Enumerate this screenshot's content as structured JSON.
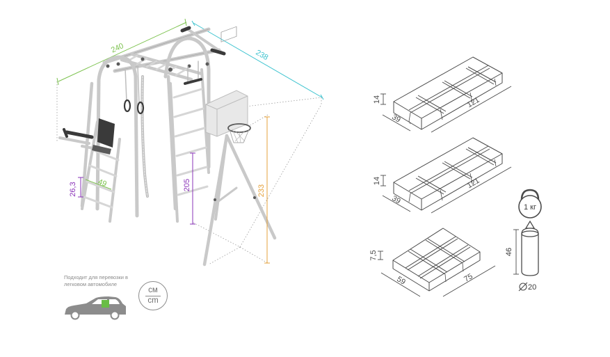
{
  "colors": {
    "frame": "#c9c9c9",
    "frame_dark": "#9a9a9a",
    "dark_part": "#3a3a3a",
    "green": "#7cc24e",
    "cyan": "#3cc3cf",
    "purple": "#8a33b8",
    "orange": "#e5a13b",
    "dimension_dark": "#4a4a4a",
    "accent_green": "#69bd45"
  },
  "icons": {
    "car": "car-icon",
    "kettlebell": "kettlebell-icon",
    "punching_bag": "punching-bag-icon",
    "diameter": "diameter-icon"
  },
  "dimensions": {
    "width": "240",
    "depth": "238",
    "height": "205",
    "hoop_height": "233",
    "rung_spacing": "26,3",
    "ladder_width": "49"
  },
  "packages": [
    {
      "height": "14",
      "width": "39",
      "length": "121"
    },
    {
      "height": "14",
      "width": "39",
      "length": "121"
    },
    {
      "height": "7,5",
      "width": "59",
      "length": "75"
    }
  ],
  "accessories": {
    "kettlebell_weight": "1 кг",
    "bag_height": "46",
    "bag_diameter": "20"
  },
  "transport_note": "Подходит для перевозки в легковом автомобиле",
  "units": {
    "top": "см",
    "bottom": "cm"
  }
}
